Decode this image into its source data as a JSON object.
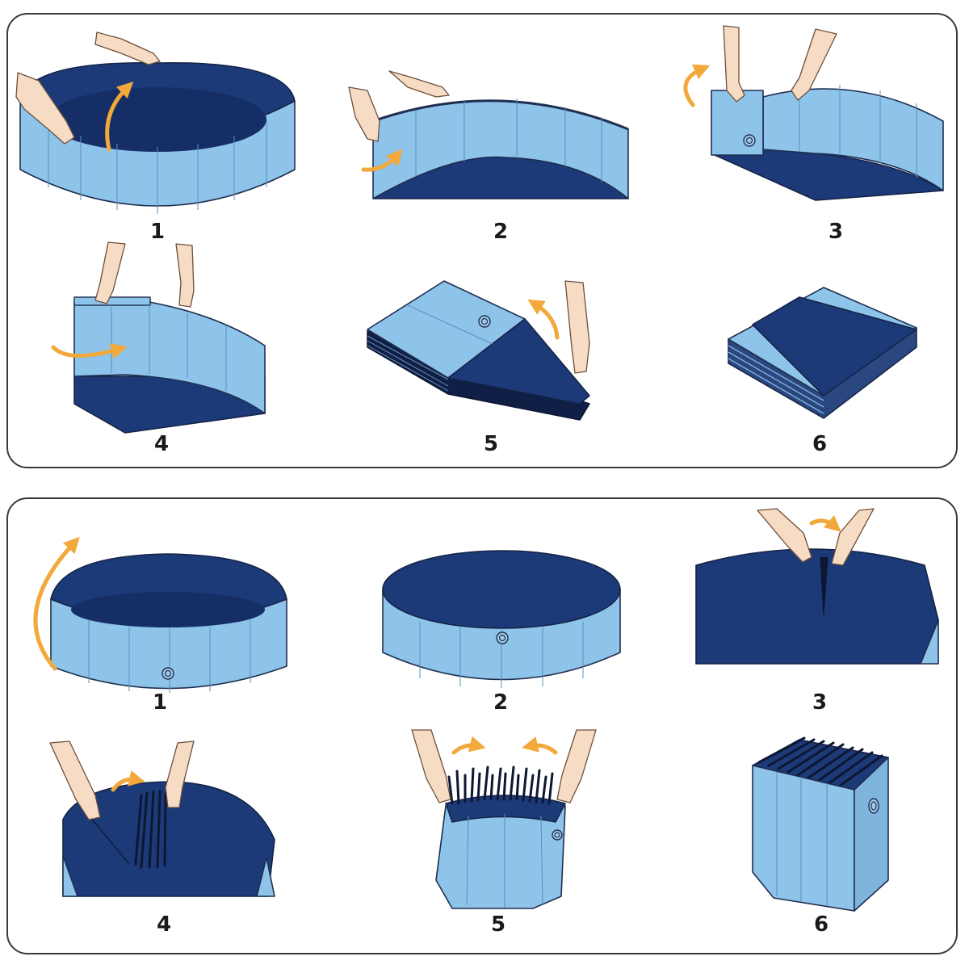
{
  "panels": [
    {
      "steps": [
        {
          "number": "1"
        },
        {
          "number": "2"
        },
        {
          "number": "3"
        },
        {
          "number": "4"
        },
        {
          "number": "5"
        },
        {
          "number": "6"
        }
      ]
    },
    {
      "steps": [
        {
          "number": "1"
        },
        {
          "number": "2"
        },
        {
          "number": "3"
        },
        {
          "number": "4"
        },
        {
          "number": "5"
        },
        {
          "number": "6"
        }
      ]
    }
  ],
  "colors": {
    "pool_wall_light": "#8ec3ea",
    "pool_floor_dark": "#1c3a78",
    "arrow": "#f2a83a",
    "panel_border": "#3a3a3a"
  }
}
